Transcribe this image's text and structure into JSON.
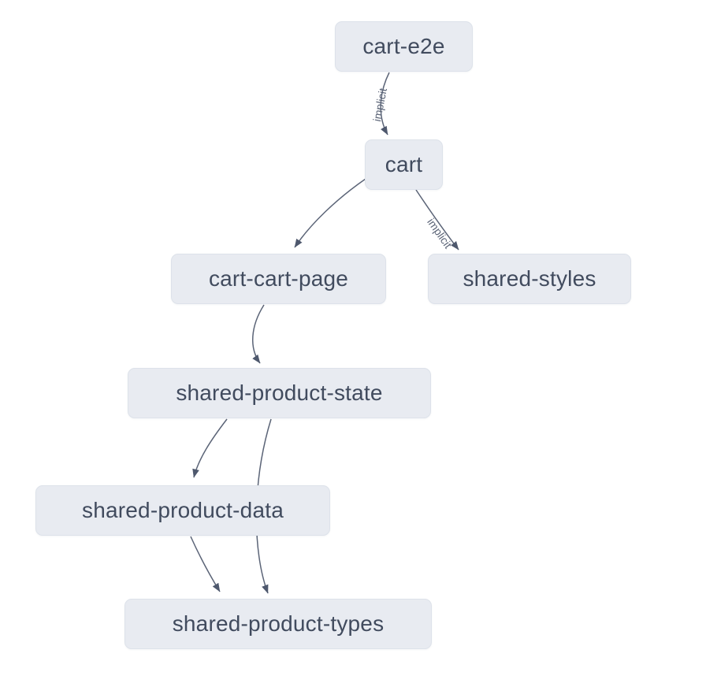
{
  "diagram": {
    "nodes": [
      {
        "id": "cart-e2e",
        "label": "cart-e2e"
      },
      {
        "id": "cart",
        "label": "cart"
      },
      {
        "id": "cart-cart-page",
        "label": "cart-cart-page"
      },
      {
        "id": "shared-styles",
        "label": "shared-styles"
      },
      {
        "id": "shared-product-state",
        "label": "shared-product-state"
      },
      {
        "id": "shared-product-data",
        "label": "shared-product-data"
      },
      {
        "id": "shared-product-types",
        "label": "shared-product-types"
      }
    ],
    "edges": [
      {
        "from": "cart-e2e",
        "to": "cart",
        "label": "implicit"
      },
      {
        "from": "cart",
        "to": "cart-cart-page",
        "label": ""
      },
      {
        "from": "cart",
        "to": "shared-styles",
        "label": "implicit"
      },
      {
        "from": "cart-cart-page",
        "to": "shared-product-state",
        "label": ""
      },
      {
        "from": "shared-product-state",
        "to": "shared-product-data",
        "label": ""
      },
      {
        "from": "shared-product-state",
        "to": "shared-product-types",
        "label": ""
      },
      {
        "from": "shared-product-data",
        "to": "shared-product-types",
        "label": ""
      }
    ],
    "colors": {
      "background": "#ffffff",
      "node_fill": "#e8ebf1",
      "node_border": "#dde2ea",
      "node_text": "#414b5e",
      "edge_stroke": "#5b6477",
      "edge_arrow": "#4e586d",
      "edge_label": "#5b6477"
    }
  }
}
